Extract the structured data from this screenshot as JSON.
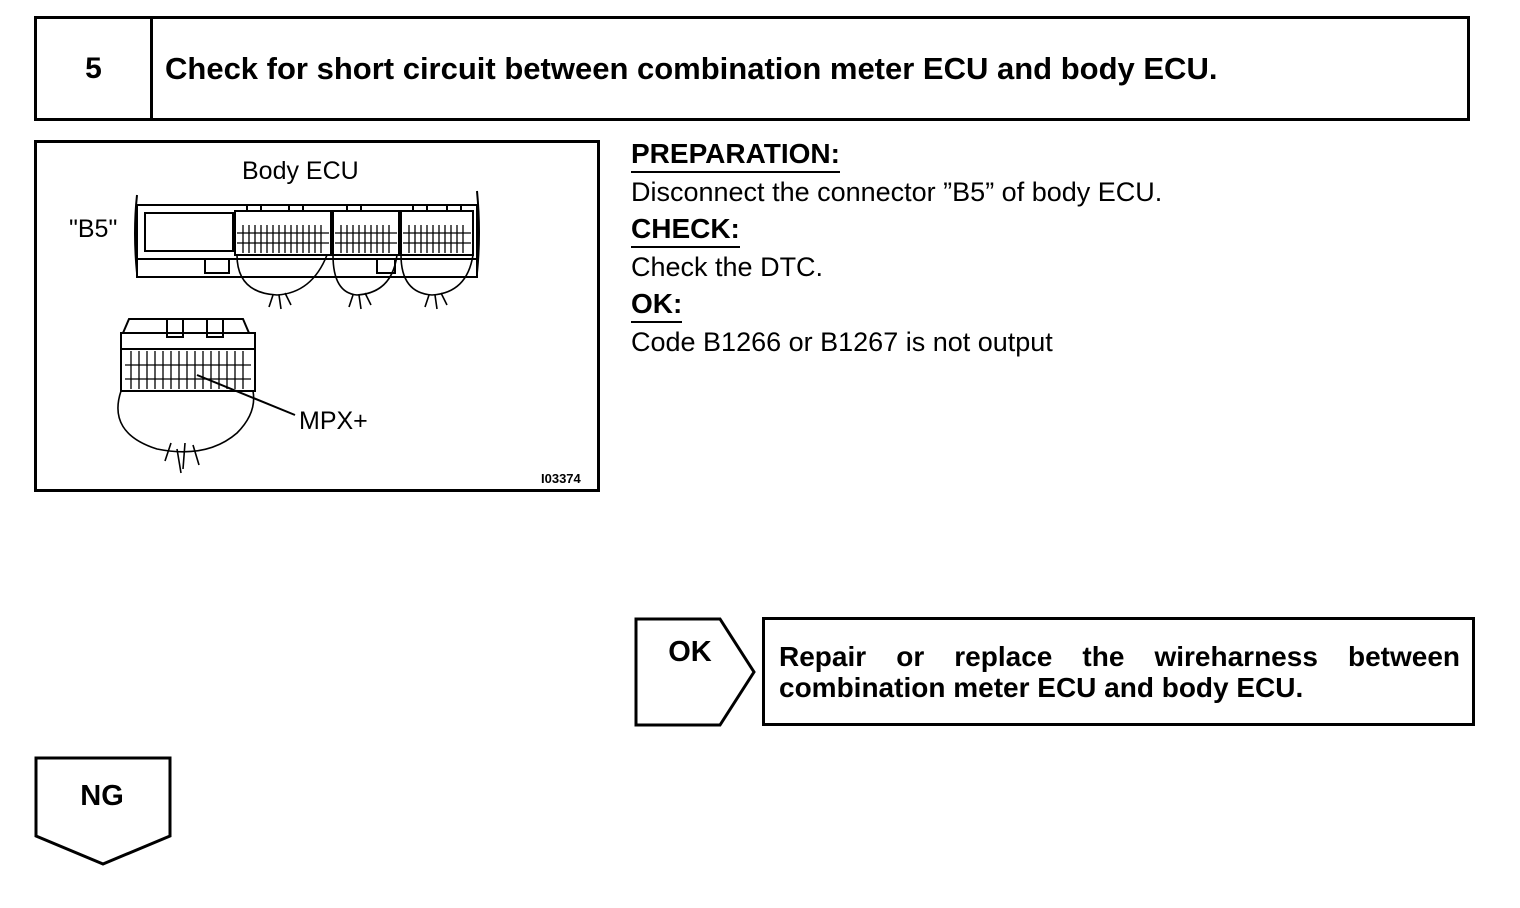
{
  "step": {
    "number": "5",
    "title": "Check for short circuit between combination meter ECU and body ECU."
  },
  "figure": {
    "ecu_label": "Body ECU",
    "connector_label": "\"B5\"",
    "pin_label": "MPX+",
    "figure_id": "I03374"
  },
  "instructions": {
    "preparation_heading": "PREPARATION:",
    "preparation_text": "Disconnect the connector ”B5” of body ECU.",
    "check_heading": "CHECK:",
    "check_text": "Check the DTC.",
    "ok_heading": "OK:",
    "ok_text": "Code B1266 or B1267 is not output"
  },
  "flow": {
    "ok_label": "OK",
    "ok_result_line1": "Repair or replace the wireharness between",
    "ok_result_line2": "combination meter ECU and body ECU.",
    "ng_label": "NG"
  }
}
